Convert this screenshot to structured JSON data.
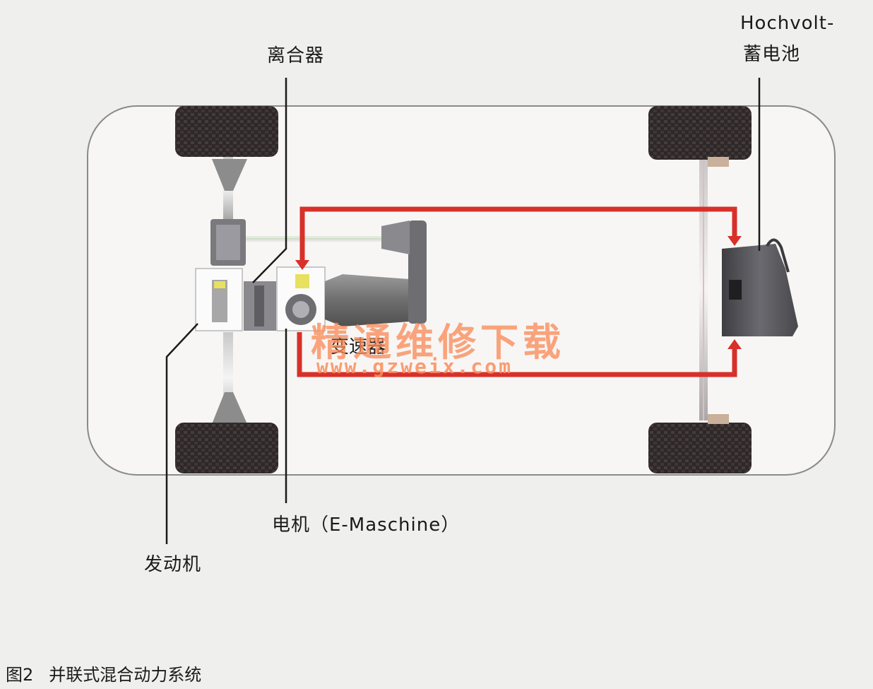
{
  "labels": {
    "clutch": "离合器",
    "battery_line1": "Hochvolt-",
    "battery_line2": "蓄电池",
    "transmission": "变速器",
    "motor": "电机（E-Maschine）",
    "engine": "发动机"
  },
  "caption": {
    "figure_no": "图2",
    "title": "并联式混合动力系统"
  },
  "watermark": {
    "name": "精通维修下载",
    "url": "www.gzweix.com"
  },
  "colors": {
    "power_flow": "#d8302a",
    "tire": "#3a3030",
    "body_outline": "#8a8a8a",
    "battery": "#5a5a5e",
    "watermark": "#f88c5a"
  }
}
